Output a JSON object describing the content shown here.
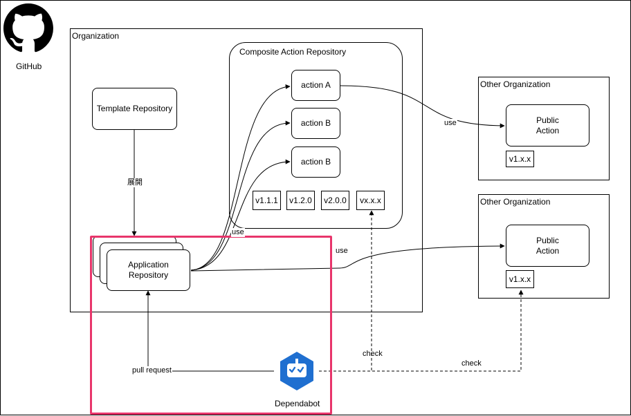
{
  "github": {
    "label": "GitHub",
    "icon": "github-octocat-icon"
  },
  "organization": {
    "label": "Organization"
  },
  "composite_repo": {
    "label": "Composite Action Repository"
  },
  "template_repo": {
    "label": "Template Repository"
  },
  "actions": [
    {
      "label": "action A"
    },
    {
      "label": "action B"
    },
    {
      "label": "action B"
    }
  ],
  "composite_versions": [
    "v1.1.1",
    "v1.2.0",
    "v2.0.0",
    "vx.x.x"
  ],
  "application_repo": {
    "line1": "Application",
    "line2": "Repository"
  },
  "other_orgs": [
    {
      "label": "Other Organization",
      "action_line1": "Public",
      "action_line2": "Action",
      "version": "v1.x.x"
    },
    {
      "label": "Other Organization",
      "action_line1": "Public",
      "action_line2": "Action",
      "version": "v1.x.x"
    }
  ],
  "dependabot": {
    "label": "Dependabot",
    "icon": "dependabot-icon"
  },
  "edge_labels": {
    "deploy": "展開",
    "use_composite": "use",
    "use_other_top": "use",
    "use_other_bottom": "use",
    "pull_request": "pull request",
    "check_composite": "check",
    "check_other": "check"
  },
  "colors": {
    "highlight": "#e8356b",
    "dependabot_blue": "#1f6fd0",
    "line": "#000000"
  }
}
